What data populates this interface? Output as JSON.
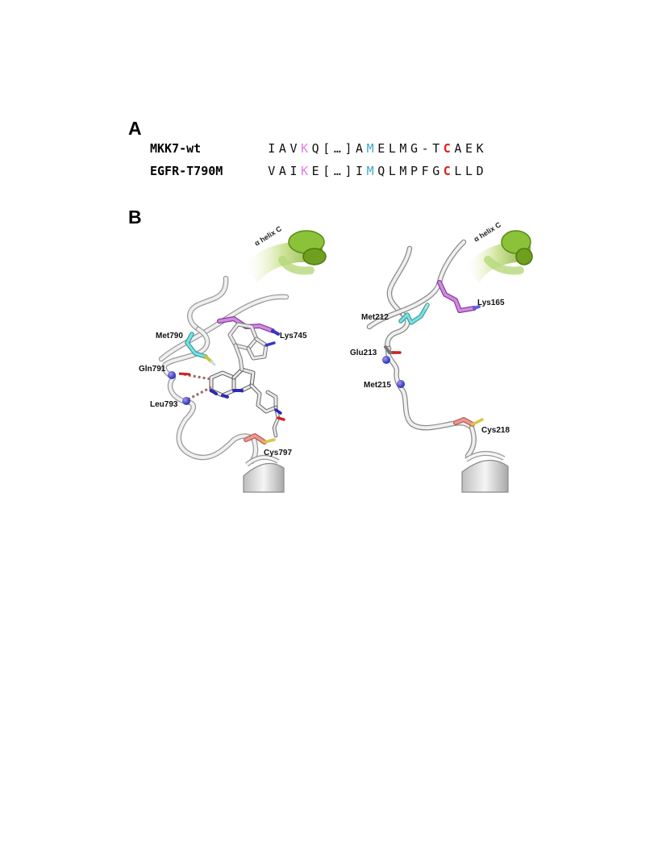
{
  "panel_a": {
    "letter": "A",
    "sequences": [
      {
        "name": "MKK7-wt",
        "residues": [
          {
            "t": "I",
            "k": "plain"
          },
          {
            "t": "A",
            "k": "plain"
          },
          {
            "t": "V",
            "k": "plain"
          },
          {
            "t": "K",
            "k": "lys"
          },
          {
            "t": "Q",
            "k": "plain"
          },
          {
            "t": "[",
            "k": "plain"
          },
          {
            "t": "…",
            "k": "plain"
          },
          {
            "t": "]",
            "k": "plain"
          },
          {
            "t": "A",
            "k": "plain"
          },
          {
            "t": "M",
            "k": "met"
          },
          {
            "t": "E",
            "k": "plain"
          },
          {
            "t": "L",
            "k": "plain"
          },
          {
            "t": "M",
            "k": "plain"
          },
          {
            "t": "G",
            "k": "plain"
          },
          {
            "t": "-",
            "k": "plain"
          },
          {
            "t": "T",
            "k": "plain"
          },
          {
            "t": "C",
            "k": "cys"
          },
          {
            "t": "A",
            "k": "plain"
          },
          {
            "t": "E",
            "k": "plain"
          },
          {
            "t": "K",
            "k": "plain"
          }
        ]
      },
      {
        "name": "EGFR-T790M",
        "residues": [
          {
            "t": "V",
            "k": "plain"
          },
          {
            "t": "A",
            "k": "plain"
          },
          {
            "t": "I",
            "k": "plain"
          },
          {
            "t": "K",
            "k": "lys"
          },
          {
            "t": "E",
            "k": "plain"
          },
          {
            "t": "[",
            "k": "plain"
          },
          {
            "t": "…",
            "k": "plain"
          },
          {
            "t": "]",
            "k": "plain"
          },
          {
            "t": "I",
            "k": "plain"
          },
          {
            "t": "M",
            "k": "met"
          },
          {
            "t": "Q",
            "k": "plain"
          },
          {
            "t": "L",
            "k": "plain"
          },
          {
            "t": "M",
            "k": "plain"
          },
          {
            "t": "P",
            "k": "plain"
          },
          {
            "t": "F",
            "k": "plain"
          },
          {
            "t": "G",
            "k": "plain"
          },
          {
            "t": "C",
            "k": "cys"
          },
          {
            "t": "L",
            "k": "plain"
          },
          {
            "t": "L",
            "k": "plain"
          },
          {
            "t": "D",
            "k": "plain"
          }
        ]
      }
    ]
  },
  "panel_b": {
    "letter": "B",
    "left": {
      "helix_label": "α helix C",
      "labels": {
        "met": "Met790",
        "lys": "Lys745",
        "gln": "Gln791",
        "leu": "Leu793",
        "cys": "Cys797"
      }
    },
    "right": {
      "helix_label": "α helix C",
      "labels": {
        "met": "Met212",
        "lys": "Lys165",
        "glu": "Glu213",
        "met2": "Met215",
        "cys": "Cys218"
      }
    }
  },
  "colors": {
    "lys": "#e37ee6",
    "met": "#41a7c9",
    "cys": "#e0201c",
    "helix_green": "#7fb22a",
    "backbone": "#e3e3e3",
    "nitrogen": "#3434cc",
    "cys_residue": "#e28078",
    "met_residue": "#6ccfd0",
    "lys_residue": "#c56fd6"
  }
}
